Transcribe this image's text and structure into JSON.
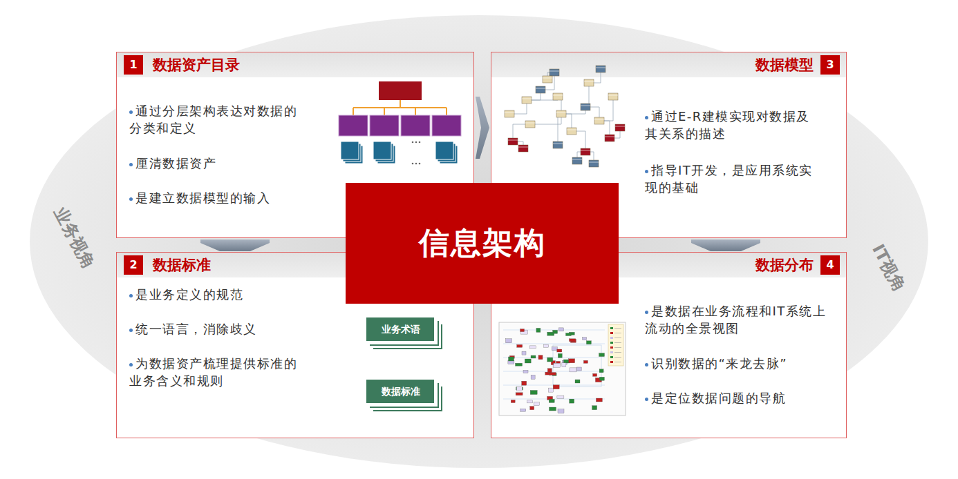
{
  "diagram": {
    "nodes": [
      {
        "text": [
          "1",
          "数据资产目录",
          "通过分层架构表达对数据的分类和定义",
          "厘清数据资产",
          "是建立数据模型的输入"
        ]
      },
      {
        "text": [
          "数据模型",
          "3",
          "通过E-R建模实现对数据及其关系的描述",
          "指导IT开发，是应用系统实现的基础"
        ]
      },
      {
        "text": [
          "信息架构"
        ]
      },
      {
        "text": [
          "2",
          "数据标准",
          "是业务定义的规范",
          "统一语言，消除歧义",
          "为数据资产梳理提供标准的业务含义和规则"
        ]
      },
      {
        "text": [
          "业务术语"
        ],
        "in": 3
      },
      {
        "text": [
          "数据标准"
        ],
        "in": 3
      },
      {
        "text": [
          "数据分布",
          "4",
          "是数据在业务流程和IT系统上流动的全景视图",
          "识别数据的“来龙去脉”",
          "是定位数据问题的导航"
        ]
      }
    ],
    "edges": [
      {
        "from": 0,
        "to": 1,
        "arrow": "to"
      },
      {
        "from": 0,
        "to": 3,
        "arrow": "to"
      },
      {
        "from": 1,
        "to": 6,
        "arrow": "to"
      }
    ],
    "labels": [
      "业务视角",
      "IT视角"
    ]
  }
}
